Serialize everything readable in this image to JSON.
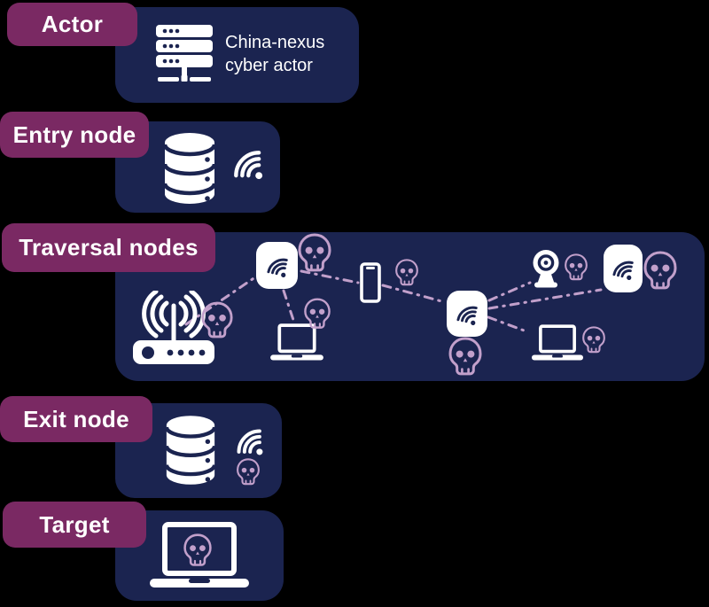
{
  "colors": {
    "background": "#000000",
    "badge_purple": "#7A2963",
    "panel_navy": "#1B2450",
    "malware_lavender": "#C2A0CB",
    "icon_white": "#FFFFFF"
  },
  "sections": {
    "actor": {
      "label": "Actor",
      "description_line1": "China-nexus",
      "description_line2": "cyber actor",
      "icons": [
        "server-icon"
      ]
    },
    "entry": {
      "label": "Entry node",
      "icons": [
        "database-icon",
        "wifi-signal-icon"
      ]
    },
    "traversal": {
      "label": "Traversal nodes",
      "compromise_marker": "skull-icon",
      "devices": [
        {
          "name": "wifi-router",
          "compromised": true
        },
        {
          "name": "access-point-1",
          "compromised": true
        },
        {
          "name": "laptop-1",
          "compromised": true
        },
        {
          "name": "mobile-phone",
          "compromised": true
        },
        {
          "name": "access-point-2",
          "compromised": true
        },
        {
          "name": "webcam",
          "compromised": true
        },
        {
          "name": "access-point-3",
          "compromised": true
        },
        {
          "name": "laptop-2",
          "compromised": true
        }
      ],
      "connections": [
        [
          "wifi-router",
          "access-point-1"
        ],
        [
          "access-point-1",
          "laptop-1"
        ],
        [
          "access-point-1",
          "mobile-phone"
        ],
        [
          "mobile-phone",
          "access-point-2"
        ],
        [
          "access-point-2",
          "webcam"
        ],
        [
          "access-point-2",
          "access-point-3"
        ],
        [
          "access-point-2",
          "laptop-2"
        ]
      ]
    },
    "exit": {
      "label": "Exit node",
      "icons": [
        "database-icon",
        "wifi-signal-icon",
        "skull-icon"
      ]
    },
    "target": {
      "label": "Target",
      "icons": [
        "laptop-icon",
        "skull-icon"
      ]
    }
  }
}
